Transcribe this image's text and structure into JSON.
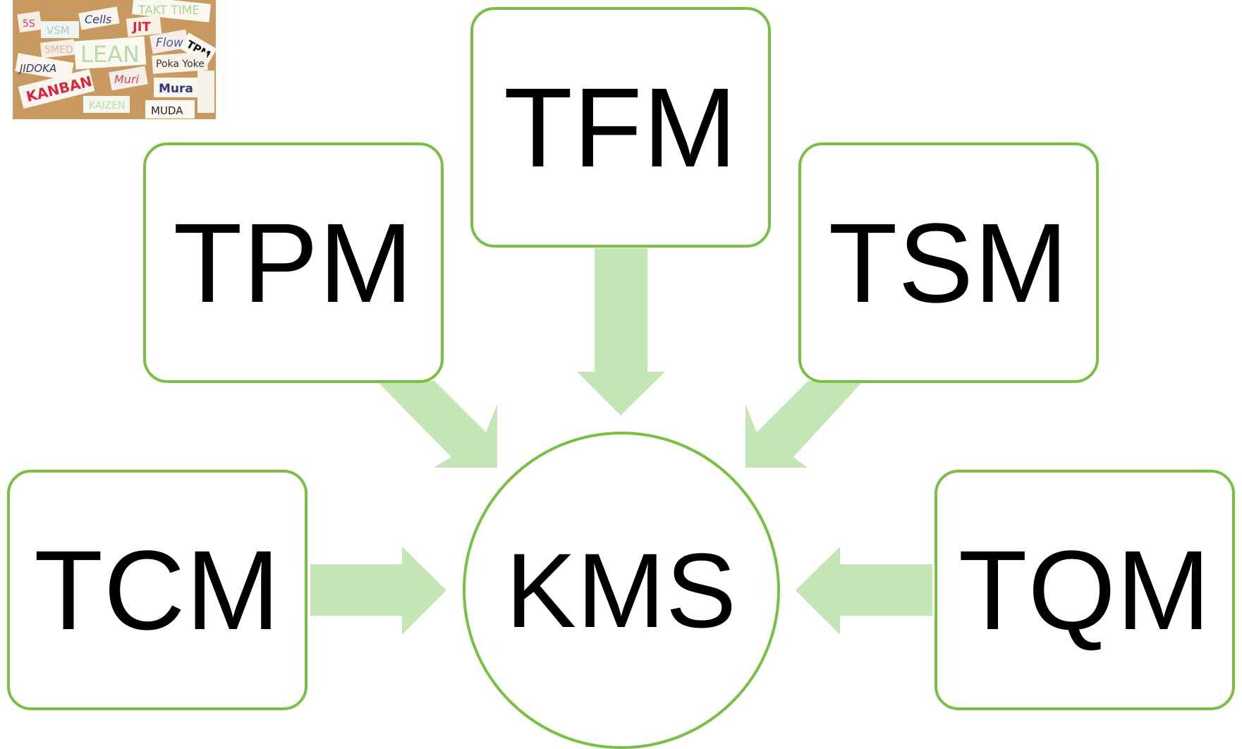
{
  "center": {
    "label": "KMS"
  },
  "nodes": {
    "tfm": {
      "label": "TFM"
    },
    "tpm": {
      "label": "TPM"
    },
    "tsm": {
      "label": "TSM"
    },
    "tcm": {
      "label": "TCM"
    },
    "tqm": {
      "label": "TQM"
    }
  },
  "thumbnail": {
    "words": [
      "5S",
      "Cells",
      "TAKT TIME",
      "JIT",
      "VSM",
      "LEAN",
      "Flow",
      "TPM",
      "SMED",
      "JIDOKA",
      "Poka Yoke",
      "KANBAN",
      "Muri",
      "Mura",
      "KAIZEN",
      "MUDA"
    ]
  },
  "colors": {
    "border": "#78c043",
    "arrow": "#c3e6b4",
    "text": "#000000",
    "cork": "#c89a62"
  }
}
